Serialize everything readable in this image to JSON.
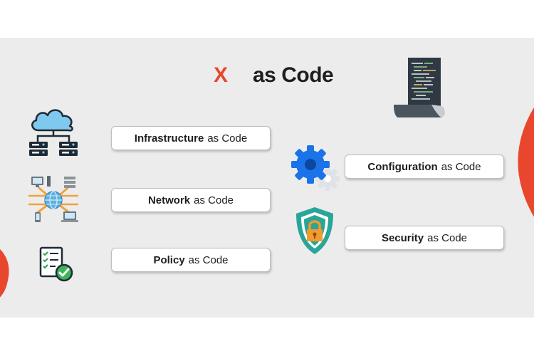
{
  "title": {
    "x": "X",
    "rest": "as Code"
  },
  "suffix": "as Code",
  "items": [
    {
      "bold": "Infrastructure",
      "icon": "cloud-servers-icon"
    },
    {
      "bold": "Network",
      "icon": "network-globe-icon"
    },
    {
      "bold": "Policy",
      "icon": "checklist-icon"
    },
    {
      "bold": "Configuration",
      "icon": "gears-icon"
    },
    {
      "bold": "Security",
      "icon": "shield-lock-icon"
    }
  ],
  "colors": {
    "accent": "#e8472e",
    "cloud": "#7fc8ee",
    "server": "#1e2a35",
    "gear": "#1a73e8",
    "shield": "#29a599",
    "lock": "#f29a2e"
  }
}
